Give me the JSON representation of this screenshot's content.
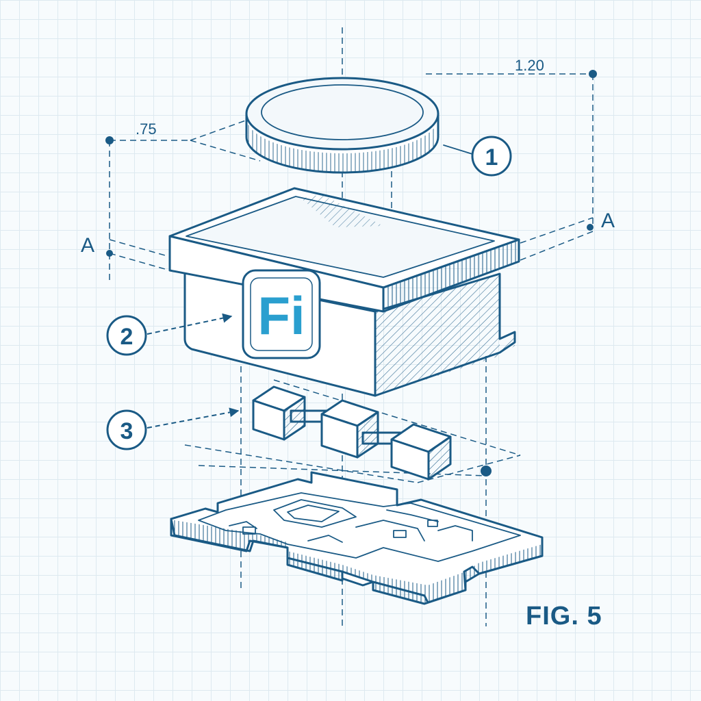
{
  "figure": {
    "label": "FIG. 5",
    "logo_text": "Fi",
    "dimensions": {
      "top_right": "1.20",
      "top_left": ".75"
    },
    "datum_labels": {
      "left": "A",
      "right": "A"
    },
    "callouts": [
      {
        "number": "1"
      },
      {
        "number": "2"
      },
      {
        "number": "3"
      }
    ]
  },
  "colors": {
    "ink": "#1a5a85",
    "logo_accent": "#2a9fcf",
    "grid": "#dde9f0",
    "paper": "#f7fbfd"
  }
}
